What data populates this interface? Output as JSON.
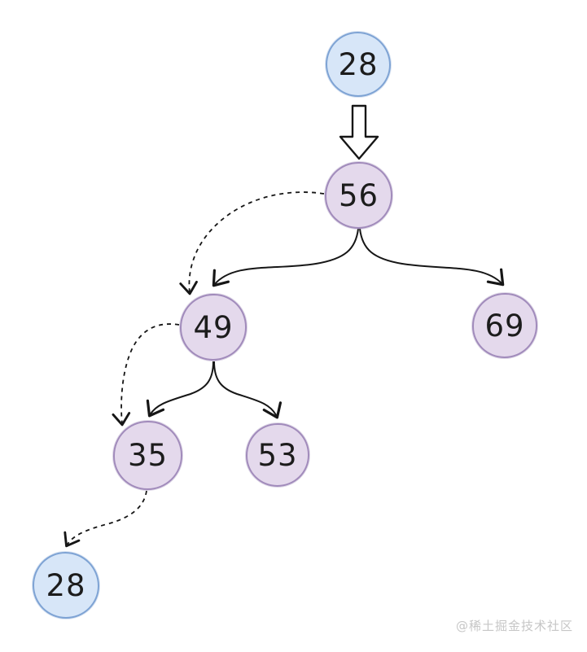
{
  "diagram": {
    "type": "binary-search-tree",
    "description": "BST with dashed search/insert path and block arrow from value 28 to root"
  },
  "nodes": [
    {
      "id": "top-28",
      "label": "28",
      "role": "value-to-insert",
      "style": "blue"
    },
    {
      "id": "root-56",
      "label": "56",
      "role": "root",
      "style": "purple"
    },
    {
      "id": "node-49",
      "label": "49",
      "role": "left-child-of-56",
      "style": "purple"
    },
    {
      "id": "node-69",
      "label": "69",
      "role": "right-child-of-56",
      "style": "purple"
    },
    {
      "id": "node-35",
      "label": "35",
      "role": "left-child-of-49",
      "style": "purple"
    },
    {
      "id": "node-53",
      "label": "53",
      "role": "right-child-of-49",
      "style": "purple"
    },
    {
      "id": "bottom-28",
      "label": "28",
      "role": "inserted-leaf",
      "style": "blue"
    }
  ],
  "edges": [
    {
      "from": "top-28",
      "to": "root-56",
      "style": "block-arrow"
    },
    {
      "from": "root-56",
      "to": "node-49",
      "style": "solid"
    },
    {
      "from": "root-56",
      "to": "node-69",
      "style": "solid"
    },
    {
      "from": "root-56",
      "to": "node-49",
      "style": "dashed"
    },
    {
      "from": "node-49",
      "to": "node-35",
      "style": "solid"
    },
    {
      "from": "node-49",
      "to": "node-53",
      "style": "solid"
    },
    {
      "from": "node-49",
      "to": "node-35",
      "style": "dashed"
    },
    {
      "from": "node-35",
      "to": "bottom-28",
      "style": "dashed"
    }
  ],
  "colors": {
    "blue_fill": "#d7e6f8",
    "blue_border": "#7ea3d4",
    "purple_fill": "#e4d9ec",
    "purple_border": "#a18bbb",
    "edge_stroke": "#161616",
    "watermark_gray": "#c6c6c6",
    "background": "#ffffff"
  },
  "watermark": "@稀土掘金技术社区"
}
